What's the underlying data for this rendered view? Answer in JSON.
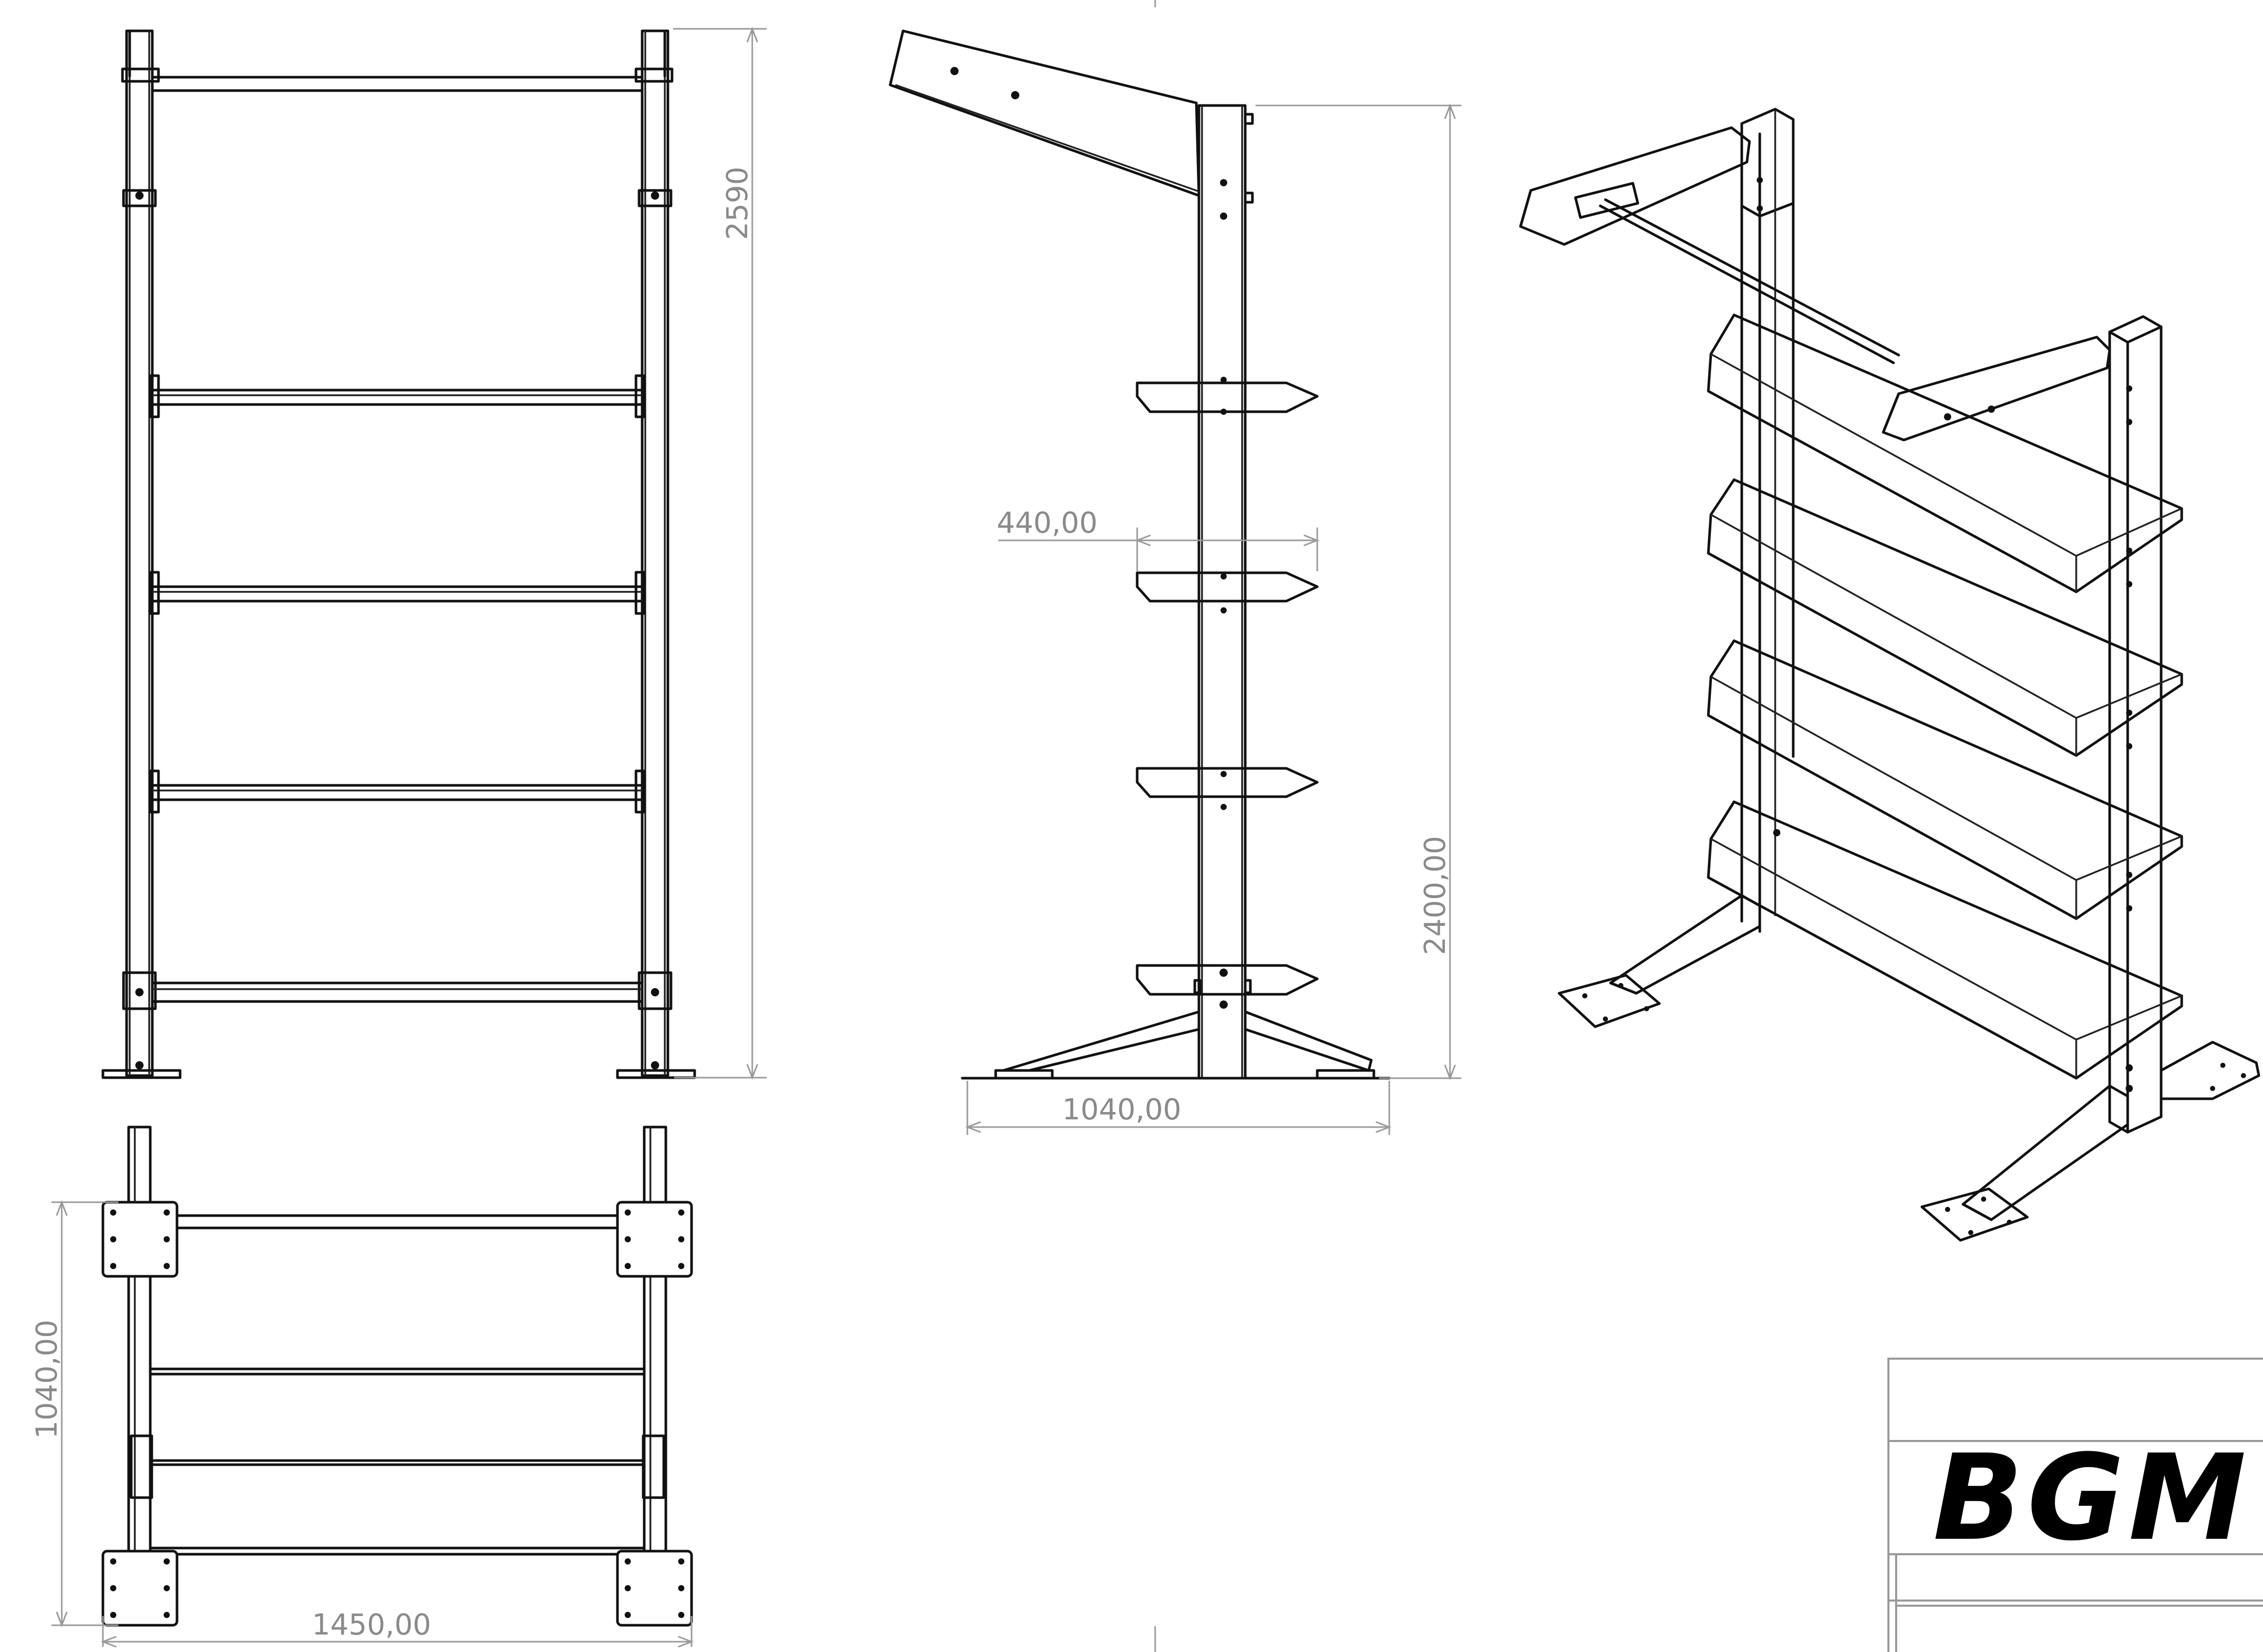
{
  "dimensions": {
    "front_height": "2590",
    "side_height": "2400,00",
    "shelf_depth": "440,00",
    "side_base_width": "1040,00",
    "top_depth": "1040,00",
    "top_width": "1450,00"
  },
  "title_block": {
    "logo": "BGM"
  }
}
